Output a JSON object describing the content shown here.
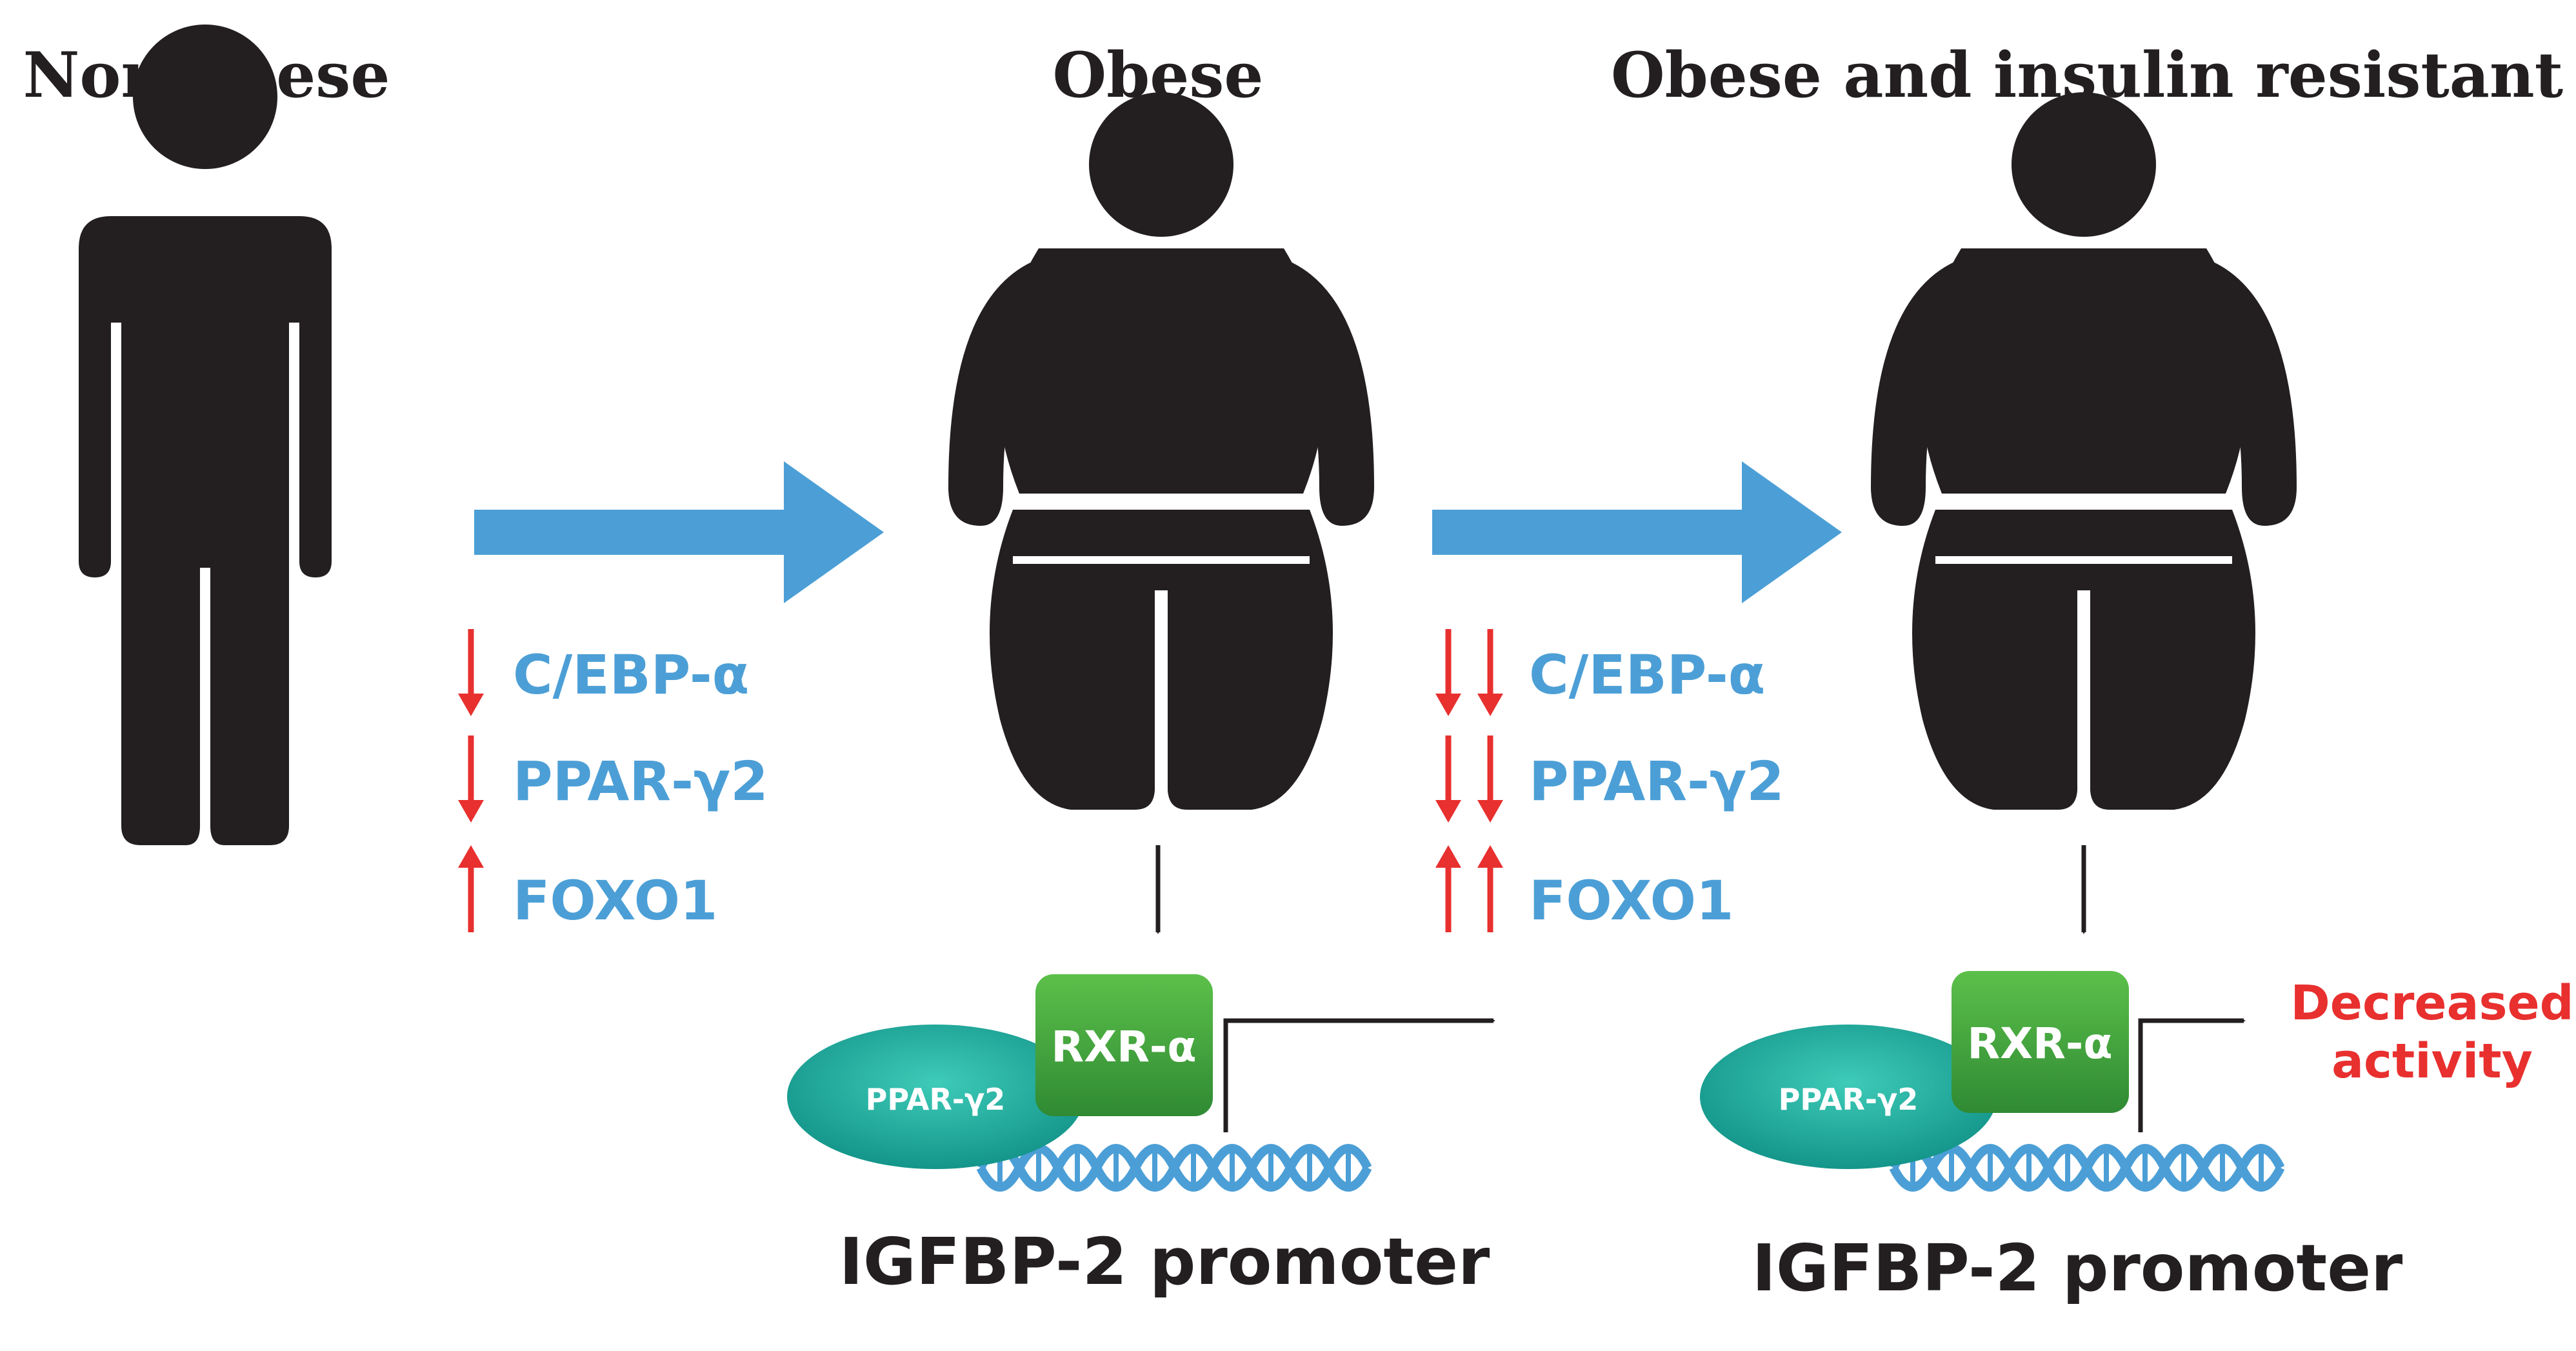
{
  "panels": [
    {
      "title": "Non-obese"
    },
    {
      "title": "Obese",
      "receptor_left": "PPAR-γ2",
      "receptor_right": "RXR-α",
      "promoter_label": "IGFBP-2 promoter"
    },
    {
      "title": "Obese and insulin resistant",
      "receptor_left": "PPAR-γ2",
      "receptor_right": "RXR-α",
      "promoter_label": "IGFBP-2 promoter",
      "activity_line1": "Decreased",
      "activity_line2": "activity"
    }
  ],
  "transitions": [
    {
      "genes": [
        {
          "name": "C/EBP-α",
          "direction": "down",
          "arrows": 1
        },
        {
          "name": "PPAR-γ2",
          "direction": "down",
          "arrows": 1
        },
        {
          "name": "FOXO1",
          "direction": "up",
          "arrows": 1
        }
      ]
    },
    {
      "genes": [
        {
          "name": "C/EBP-α",
          "direction": "down",
          "arrows": 2
        },
        {
          "name": "PPAR-γ2",
          "direction": "down",
          "arrows": 2
        },
        {
          "name": "FOXO1",
          "direction": "up",
          "arrows": 2
        }
      ]
    }
  ],
  "colors": {
    "silhouette": "#231f20",
    "transition_arrow": "#4c9fd6",
    "gene_text": "#4c9fd6",
    "regulation_arrow": "#e8302f",
    "ppar_ellipse": "#17a99b",
    "rxr_box": "#3a9a3a",
    "dna": "#4c9fd6",
    "activity_text": "#e8302f"
  }
}
